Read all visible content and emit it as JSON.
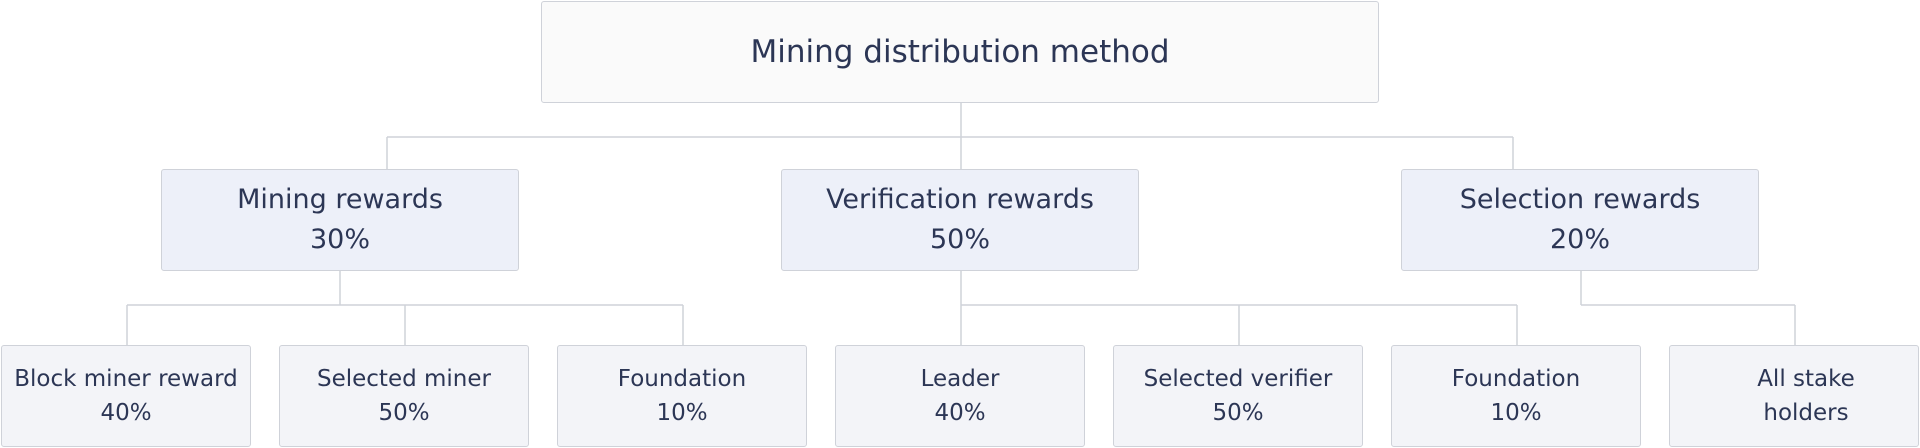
{
  "root": {
    "label": "Mining distribution method"
  },
  "categories": [
    {
      "name": "Mining rewards",
      "percent": "30%"
    },
    {
      "name": "Verification rewards",
      "percent": "50%"
    },
    {
      "name": "Selection rewards",
      "percent": "20%"
    }
  ],
  "leaves": [
    {
      "name": "Block miner reward",
      "percent": "40%"
    },
    {
      "name": "Selected miner",
      "percent": "50%"
    },
    {
      "name": "Foundation",
      "percent": "10%"
    },
    {
      "name": "Leader",
      "percent": "40%"
    },
    {
      "name": "Selected verifier",
      "percent": "50%"
    },
    {
      "name": "Foundation",
      "percent": "10%"
    },
    {
      "name": "All stake holders",
      "percent": ""
    }
  ],
  "colors": {
    "root_fill": "#fafafa",
    "category_fill": "#edf0f9",
    "leaf_fill": "#f3f4f8",
    "border": "#cfd2d9",
    "text": "#2c3655"
  }
}
